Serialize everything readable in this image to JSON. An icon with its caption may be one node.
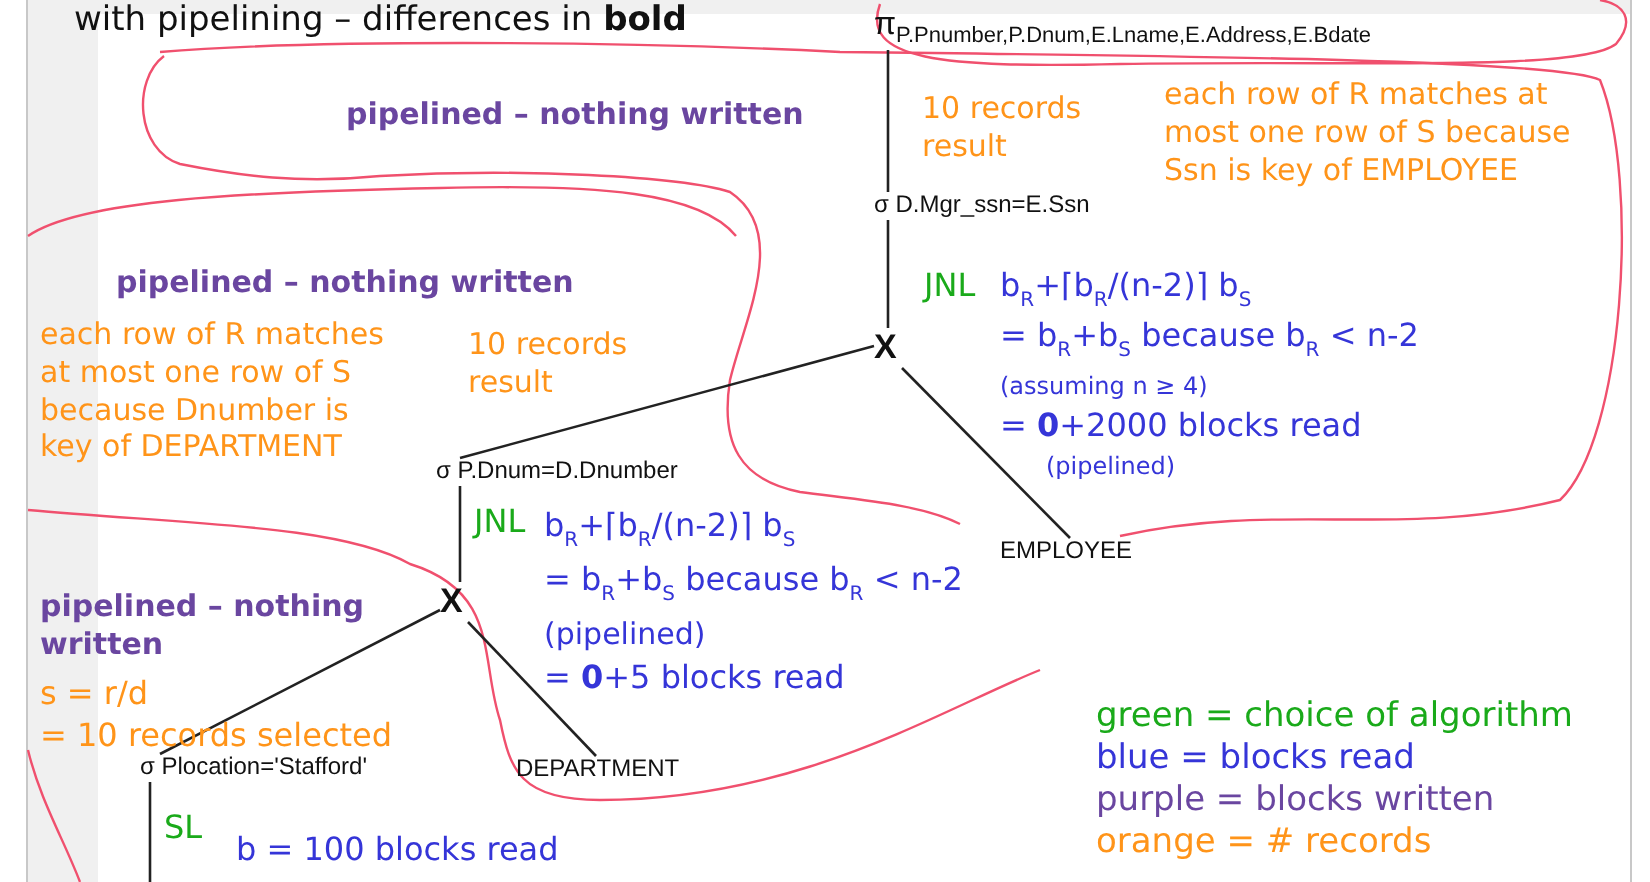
{
  "diagram": {
    "title": "with pipelining – differences in **bold**",
    "nodes": [
      {
        "text": [
          "π$_{P.Pnumber,P.Dnum,E.Lname,E.Address,E.Bdate}$"
        ]
      },
      {
        "text": [
          "σ D.Mgr_ssn=E.Ssn"
        ]
      },
      {
        "text": [
          "X"
        ]
      },
      {
        "text": [
          "σ P.Dnum=D.Dnumber"
        ]
      },
      {
        "text": [
          "EMPLOYEE"
        ]
      },
      {
        "text": [
          "X"
        ]
      },
      {
        "text": [
          "DEPARTMENT"
        ]
      },
      {
        "text": [
          "σ Plocation='Stafford'"
        ]
      }
    ],
    "edges": [
      {
        "from": 0,
        "to": 1,
        "arrow": "none"
      },
      {
        "from": 1,
        "to": 2,
        "arrow": "none"
      },
      {
        "from": 2,
        "to": 3,
        "arrow": "none"
      },
      {
        "from": 2,
        "to": 4,
        "arrow": "none"
      },
      {
        "from": 3,
        "to": 5,
        "arrow": "none"
      },
      {
        "from": 5,
        "to": 7,
        "arrow": "none"
      },
      {
        "from": 5,
        "to": 6,
        "arrow": "none"
      },
      {
        "from": 7,
        "to": null,
        "arrow": "none"
      }
    ],
    "labels": [
      "pipelined – nothing written",
      "10 records result",
      "each row of R matches at most one row of S because Ssn is key of EMPLOYEE",
      "pipelined – nothing written",
      "JNL",
      "b$_{R}$+⌈b$_{R}$/(n-2)⌉ b$_{S}$",
      "= b$_{R}$+b$_{S}$ because b$_{R}$ < n-2",
      "(assuming n ≥ 4)",
      "= **0**+2000 blocks read",
      "(pipelined)",
      "each row of R matches at most one row of S because Dnumber is key of DEPARTMENT",
      "10 records result",
      "JNL",
      "b$_{R}$+⌈b$_{R}$/(n-2)⌉ b$_{S}$",
      "= b$_{R}$+b$_{S}$ because b$_{R}$ < n-2",
      "(pipelined)",
      "= **0**+5 blocks read",
      "pipelined – nothing written",
      "s = r/d",
      "= 10 records selected",
      "SL",
      "b = 100 blocks read"
    ],
    "legend": [
      {
        "text": "green = choice of algorithm",
        "color": "#1aaa1a"
      },
      {
        "text": "blue = blocks read",
        "color": "#3535d8"
      },
      {
        "text": "purple = blocks written",
        "color": "#6a46a0"
      },
      {
        "text": "orange = # records",
        "color": "#ff9419"
      }
    ]
  }
}
